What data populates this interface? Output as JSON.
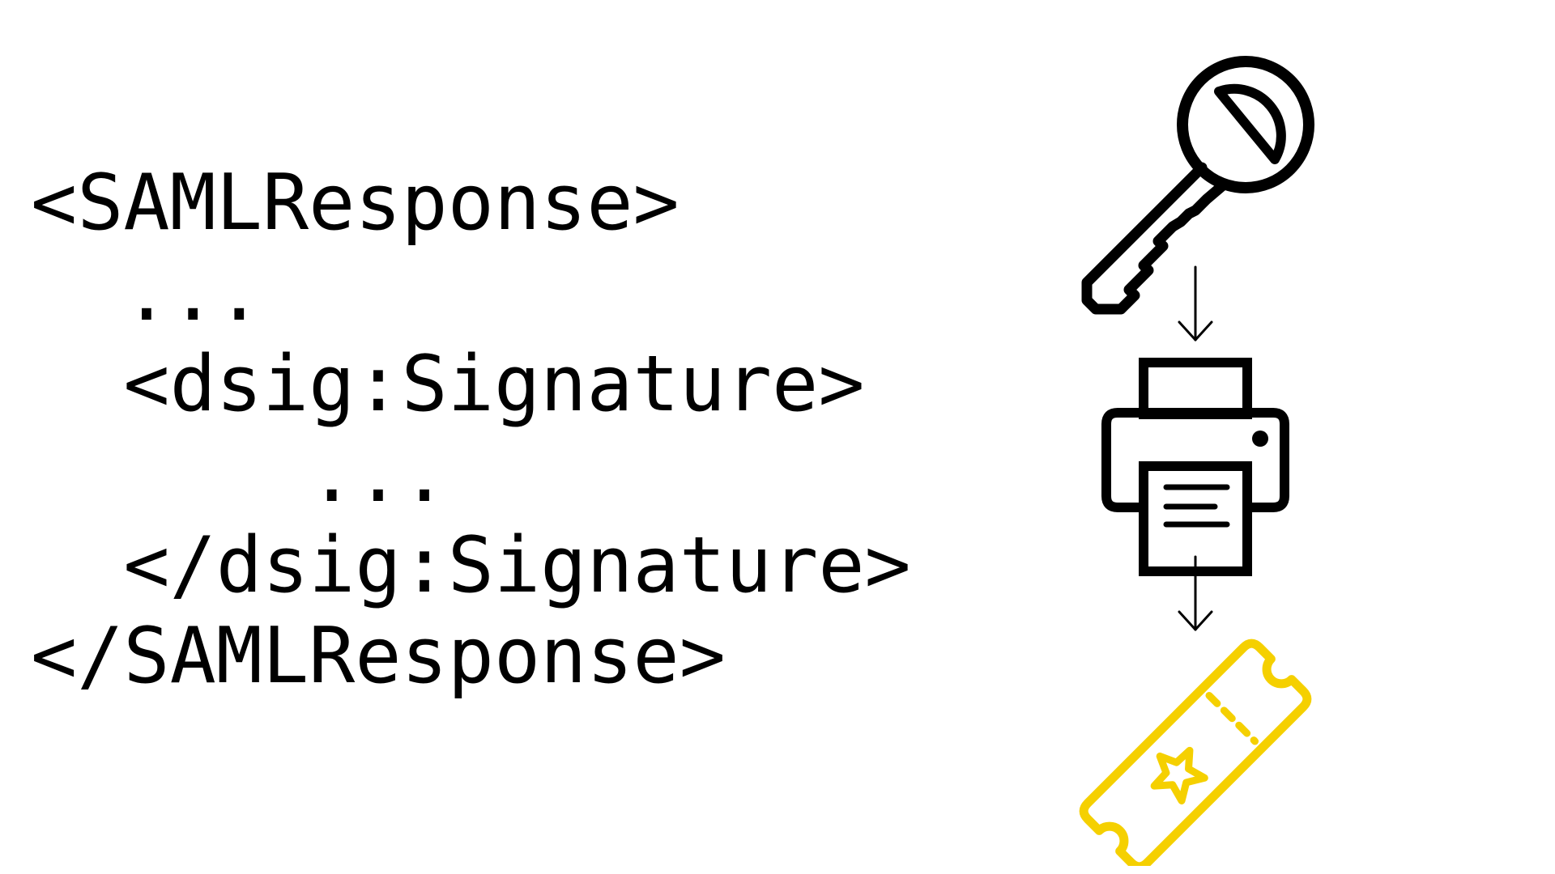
{
  "code_lines": [
    {
      "indent": 0,
      "text": "<SAMLResponse>"
    },
    {
      "indent": 2,
      "text": "..."
    },
    {
      "indent": 2,
      "text": "<dsig:Signature>"
    },
    {
      "indent": 6,
      "text": "..."
    },
    {
      "indent": 2,
      "text": "</dsig:Signature>"
    },
    {
      "indent": 0,
      "text": "</SAMLResponse>"
    }
  ],
  "flow": {
    "steps": [
      {
        "icon": "key-icon"
      },
      {
        "icon": "printer-icon"
      },
      {
        "icon": "ticket-icon"
      }
    ],
    "connector": "arrow-down-icon"
  },
  "colors": {
    "text": "#000000",
    "icon": "#000000",
    "ticket": "#f5d000",
    "background": "#ffffff"
  }
}
